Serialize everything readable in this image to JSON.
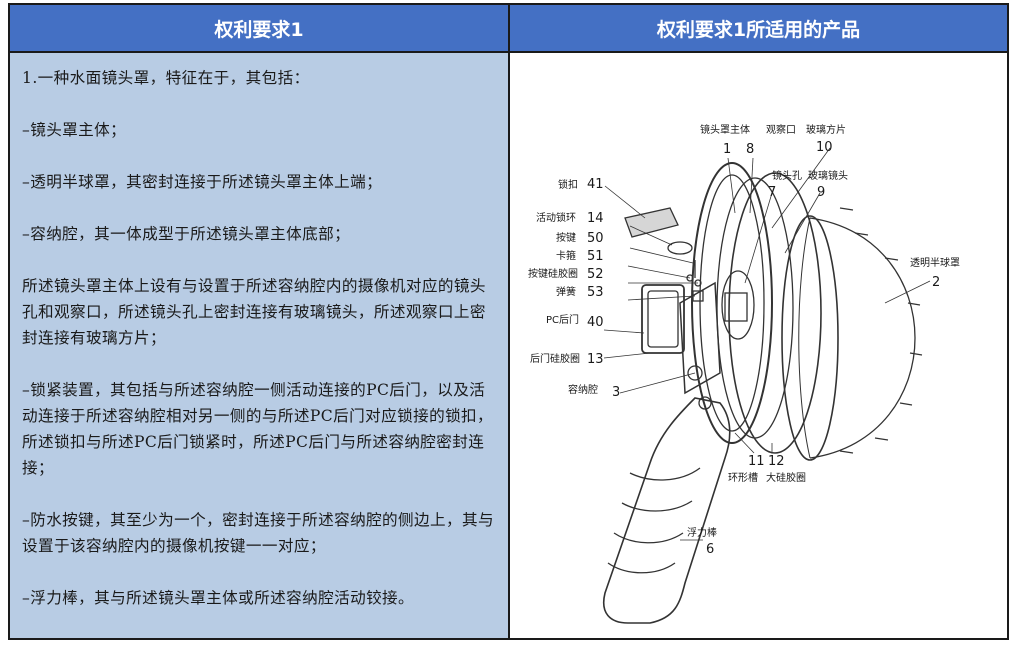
{
  "header": {
    "left_title": "权利要求1",
    "right_title": "权利要求1所适用的产品"
  },
  "claims": [
    "1.一种水面镜头罩，特征在于，其包括：",
    "–镜头罩主体；",
    "–透明半球罩，其密封连接于所述镜头罩主体上端；",
    "–容纳腔，其一体成型于所述镜头罩主体底部；",
    "所述镜头罩主体上设有与设置于所述容纳腔内的摄像机对应的镜头孔和观察口，所述镜头孔上密封连接有玻璃镜头，所述观察口上密封连接有玻璃方片；",
    "–锁紧装置，其包括与所述容纳腔一侧活动连接的PC后门，以及活动连接于所述容纳腔相对另一侧的与所述PC后门对应锁接的锁扣，所述锁扣与所述PC后门锁紧时，所述PC后门与所述容纳腔密封连接；",
    "–防水按键，其至少为一个，密封连接于所述容纳腔的侧边上，其与设置于该容纳腔内的摄像机按键一一对应；",
    "–浮力棒，其与所述镜头罩主体或所述容纳腔活动铰接。"
  ],
  "diagram": {
    "labels": {
      "main_body": "镜头罩主体",
      "window": "观察口",
      "glass_sheet": "玻璃方片",
      "lens_hole": "镜头孔",
      "glass_lens": "玻璃镜头",
      "dome": "透明半球罩",
      "lock": "锁扣",
      "lock_ring": "活动锁环",
      "button": "按键",
      "clip": "卡箍",
      "button_gasket": "按键硅胶圈",
      "spring": "弹簧",
      "pc_door": "PC后门",
      "door_gasket": "后门硅胶圈",
      "cavity": "容纳腔",
      "groove": "环形槽",
      "big_gasket": "大硅胶圈",
      "float": "浮力棒"
    },
    "numbers": {
      "main_body": "1",
      "window": "8",
      "glass_sheet": "10",
      "lens_hole": "7",
      "glass_lens": "9",
      "dome": "2",
      "lock": "41",
      "lock_ring": "14",
      "button": "50",
      "clip": "51",
      "button_gasket": "52",
      "spring": "53",
      "pc_door": "40",
      "door_gasket": "13",
      "cavity": "3",
      "groove": "11",
      "big_gasket": "12",
      "float": "6"
    }
  }
}
